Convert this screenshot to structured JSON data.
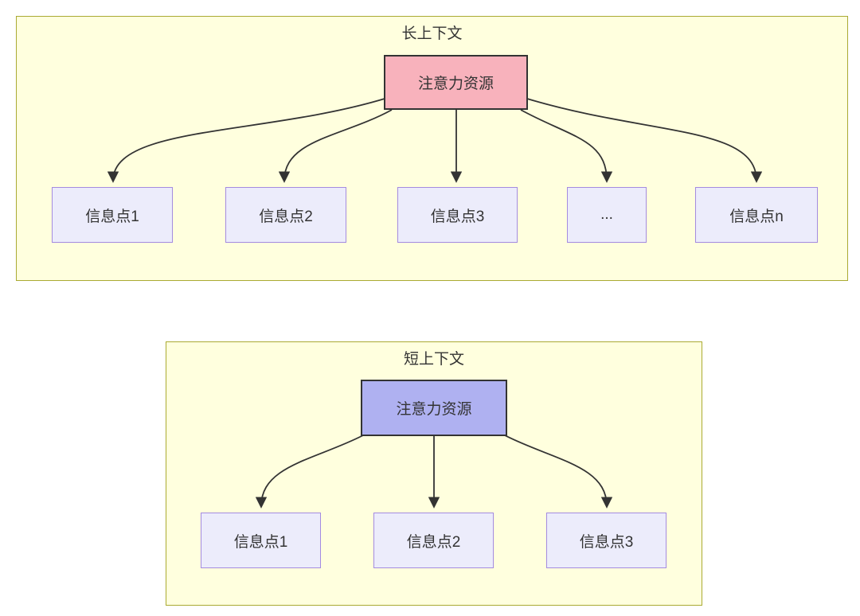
{
  "colors": {
    "container_fill": "#FFFFDE",
    "container_border": "#AAAA33",
    "long_attention_fill": "#F8B2BC",
    "short_attention_fill": "#AFB1F1",
    "attention_border": "#333333",
    "info_fill": "#ECECFB",
    "info_border": "#A48BE0",
    "arrow": "#333333",
    "text": "#333333"
  },
  "long_context": {
    "title": "长上下文",
    "attention_label": "注意力资源",
    "info_points": [
      "信息点1",
      "信息点2",
      "信息点3",
      "...",
      "信息点n"
    ]
  },
  "short_context": {
    "title": "短上下文",
    "attention_label": "注意力资源",
    "info_points": [
      "信息点1",
      "信息点2",
      "信息点3"
    ]
  }
}
